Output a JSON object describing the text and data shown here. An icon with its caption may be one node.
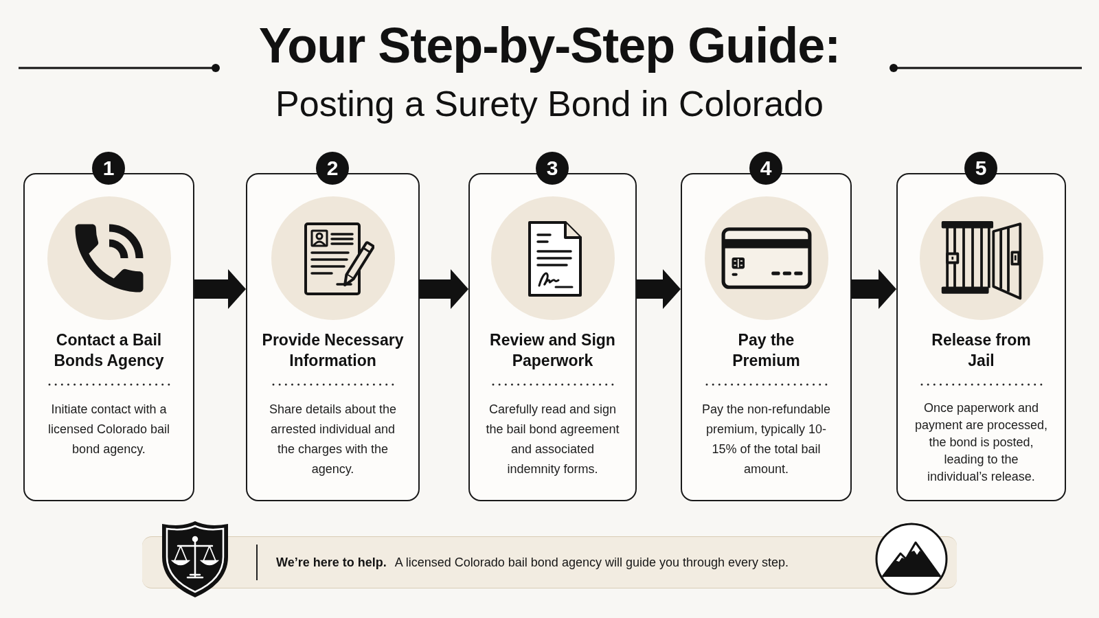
{
  "diagram": {
    "title": "Your Step-by-Step Guide:",
    "nodes": [
      {
        "text": [
          "1"
        ]
      },
      {
        "text": [
          "Contact a Bail Bonds Agency",
          "Initiate contact with a licensed Colorado bail bond agency."
        ]
      },
      {
        "text": [
          "2"
        ]
      },
      {
        "text": [
          "Provide Necessary Information",
          "Share details about the arrested individual and the charges with the agency."
        ]
      },
      {
        "text": [
          "3"
        ]
      },
      {
        "text": [
          "Review and Sign Paperwork",
          "Carefully read and sign the bail bond agreement and associated indemnity forms."
        ]
      },
      {
        "text": [
          "4"
        ]
      },
      {
        "text": [
          "Pay the Premium",
          "Pay the non-refundable premium, typically 10-15% of the total bail amount."
        ]
      },
      {
        "text": [
          "5"
        ]
      },
      {
        "text": [
          "Release from Jail",
          "Once paperwork and payment are processed, the bond is posted, leading to the individual’s release."
        ]
      },
      {
        "text": [
          "We’re here to help.",
          "A licensed Colorado bail bond agency will guide you through every step."
        ]
      }
    ],
    "edges": [
      {
        "from": 1,
        "to": 3,
        "arrow": "to"
      },
      {
        "from": 3,
        "to": 5,
        "arrow": "to"
      },
      {
        "from": 5,
        "to": 7,
        "arrow": "to"
      },
      {
        "from": 7,
        "to": 9,
        "arrow": "to"
      }
    ],
    "labels": [
      "Posting a Surety Bond in Colorado"
    ]
  }
}
